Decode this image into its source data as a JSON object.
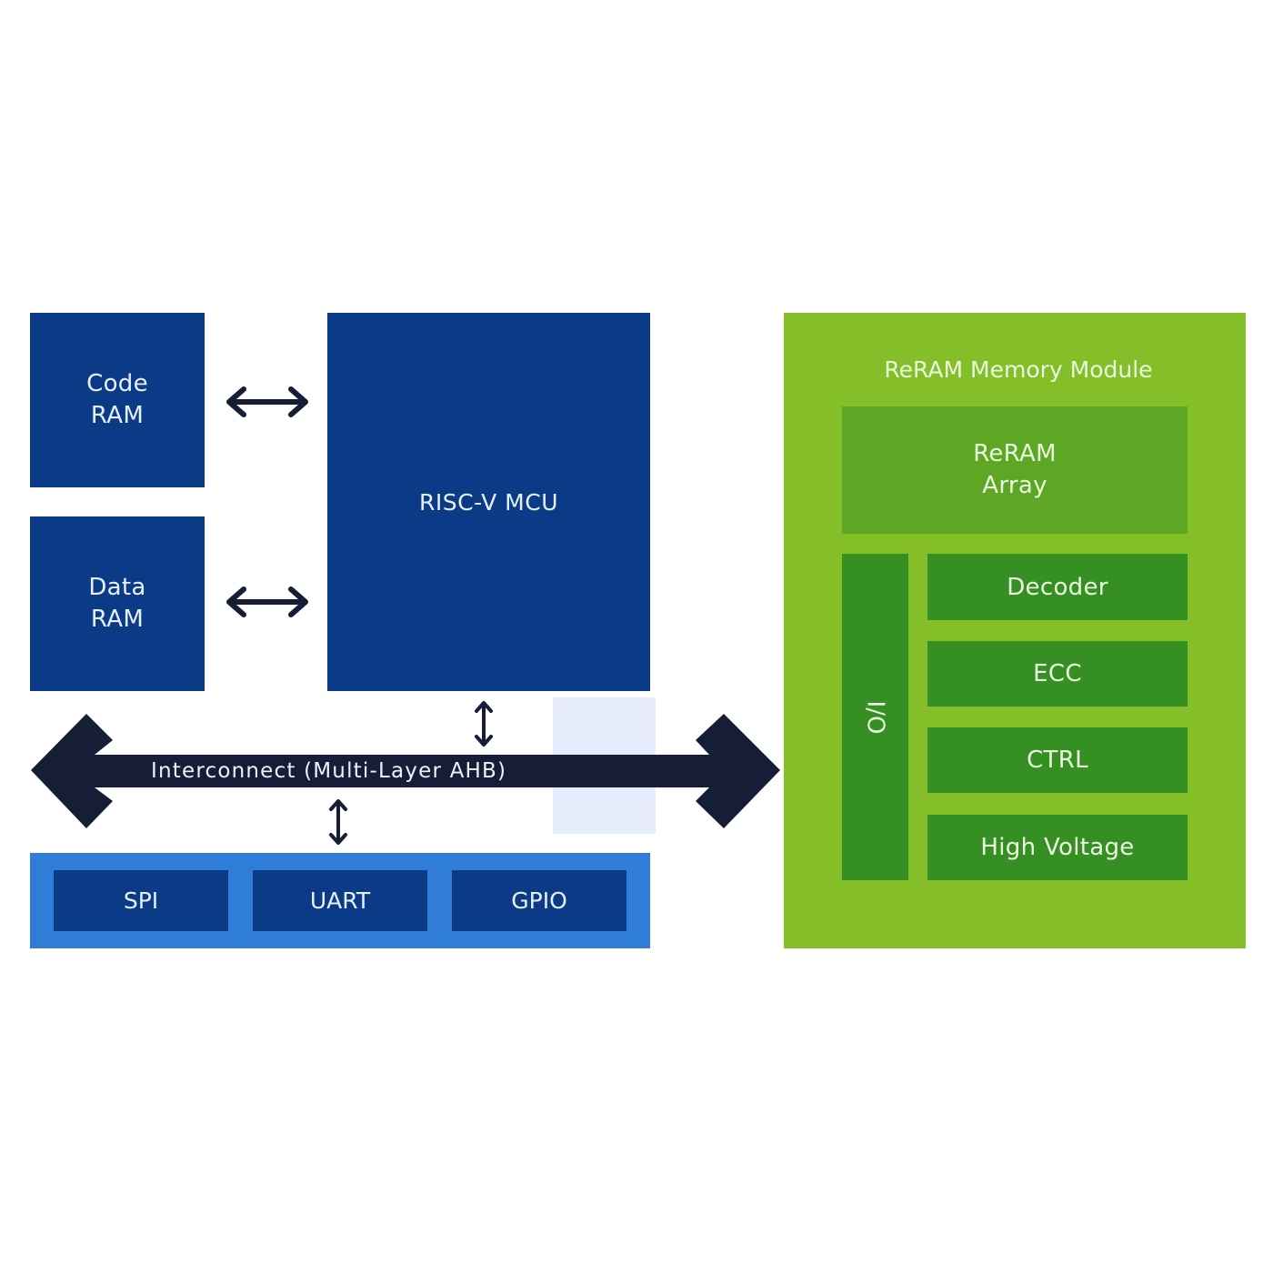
{
  "diagram": {
    "colors": {
      "navy_block": "#0b3a87",
      "arrow": "#151e36",
      "peripheral_bar": "#2f7dd6",
      "highlight_overlay": "#e6ecfb",
      "module_outer": "#84bf29",
      "module_array": "#5ea724",
      "module_block": "#368f23",
      "label_text": "#e8f0fb"
    },
    "blocks": {
      "code_ram": "Code\nRAM",
      "data_ram": "Data\nRAM",
      "mcu": "RISC-V MCU"
    },
    "interconnect": {
      "label": "Interconnect (Multi-Layer AHB)"
    },
    "peripherals": [
      "SPI",
      "UART",
      "GPIO"
    ],
    "reram_module": {
      "title": "ReRAM Memory Module",
      "array": "ReRAM\nArray",
      "io": "I/O",
      "sub_blocks": [
        "Decoder",
        "ECC",
        "CTRL",
        "High Voltage"
      ]
    },
    "connections": [
      {
        "from": "Code RAM",
        "to": "RISC-V MCU",
        "type": "bidirectional"
      },
      {
        "from": "Data RAM",
        "to": "RISC-V MCU",
        "type": "bidirectional"
      },
      {
        "from": "RISC-V MCU",
        "to": "Interconnect (Multi-Layer AHB)",
        "type": "bidirectional"
      },
      {
        "from": "Interconnect (Multi-Layer AHB)",
        "to": "Peripherals",
        "type": "bidirectional"
      },
      {
        "from": "Interconnect (Multi-Layer AHB)",
        "to": "ReRAM Memory Module",
        "type": "bidirectional"
      }
    ]
  }
}
